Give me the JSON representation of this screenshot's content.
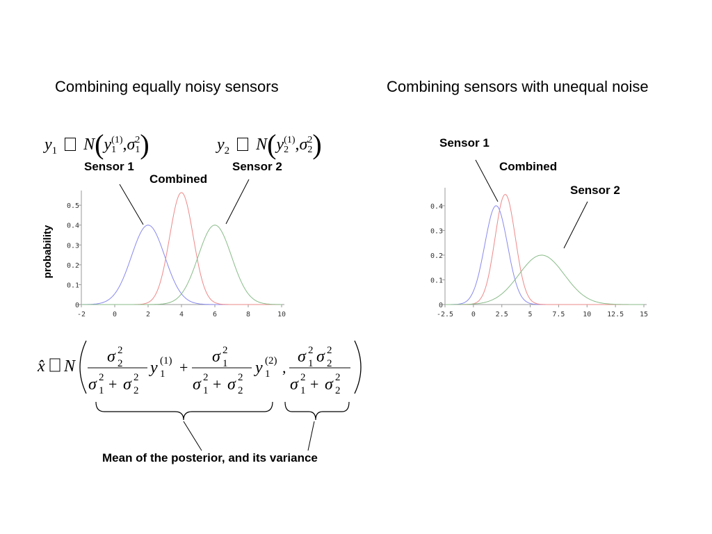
{
  "titles": {
    "left": "Combining equally noisy sensors",
    "right": "Combining sensors with unequal noise"
  },
  "formulas": {
    "sensor1": {
      "y": "y",
      "sub": "1",
      "sym": " ",
      "N": "N",
      "mean_sup": "(1)",
      "mean_sub": "1",
      "sigma": "σ",
      "var_sup": "2",
      "var_sub": "1"
    },
    "sensor2": {
      "y": "y",
      "sub": "2",
      "sym": " ",
      "N": "N",
      "mean_sup": "(1)",
      "mean_sub": "2",
      "sigma": "σ",
      "var_sup": "2",
      "var_sub": "2"
    },
    "posterior": {
      "x": "x̂",
      "N": "N",
      "sigma": "σ",
      "y": "y",
      "one": "1",
      "two": "2",
      "sq": "2",
      "sup1": "(1)",
      "sup2": "(2)",
      "plus": "+",
      "comma": ","
    }
  },
  "annotations": {
    "left_sensor1": "Sensor 1",
    "left_sensor2": "Sensor 2",
    "left_combined": "Combined",
    "right_sensor1": "Sensor 1",
    "right_sensor2": "Sensor 2",
    "right_combined": "Combined",
    "posterior_caption": "Mean of the posterior, and its variance"
  },
  "colors": {
    "sensor1": "#8888ee",
    "combined": "#ee8888",
    "sensor2": "#88bb88",
    "axis": "#999999"
  },
  "chart_data": [
    {
      "type": "line",
      "title": "Combining equally noisy sensors",
      "xlabel": "",
      "ylabel": "probability",
      "xlim": [
        -2,
        10
      ],
      "ylim": [
        0,
        0.56
      ],
      "xticks": [
        -2,
        0,
        2,
        4,
        6,
        8,
        10
      ],
      "yticks": [
        0,
        0.1,
        0.2,
        0.3,
        0.4,
        0.5
      ],
      "ytick_labels": [
        "0",
        "0.1",
        "0.2",
        "0.3",
        "0.4",
        "0.5"
      ],
      "grid": false,
      "series": [
        {
          "name": "Sensor 1",
          "distribution": "normal",
          "mean": 2,
          "sd": 1,
          "peak": 0.4
        },
        {
          "name": "Combined",
          "distribution": "normal",
          "mean": 4,
          "sd": 0.707,
          "peak": 0.564
        },
        {
          "name": "Sensor 2",
          "distribution": "normal",
          "mean": 6,
          "sd": 1,
          "peak": 0.4
        }
      ]
    },
    {
      "type": "line",
      "title": "Combining sensors with unequal noise",
      "xlabel": "",
      "ylabel": "",
      "xlim": [
        -2.5,
        15
      ],
      "ylim": [
        0,
        0.47
      ],
      "xticks": [
        -2.5,
        0,
        2.5,
        5,
        7.5,
        10,
        12.5,
        15
      ],
      "yticks": [
        0,
        0.1,
        0.2,
        0.3,
        0.4
      ],
      "ytick_labels": [
        "0",
        "0.1",
        "0.2",
        "0.3",
        "0.4"
      ],
      "grid": false,
      "series": [
        {
          "name": "Sensor 1",
          "distribution": "normal",
          "mean": 2,
          "sd": 1,
          "peak": 0.4
        },
        {
          "name": "Combined",
          "distribution": "normal",
          "mean": 2.8,
          "sd": 0.894,
          "peak": 0.446
        },
        {
          "name": "Sensor 2",
          "distribution": "normal",
          "mean": 6,
          "sd": 2,
          "peak": 0.2
        }
      ]
    }
  ]
}
